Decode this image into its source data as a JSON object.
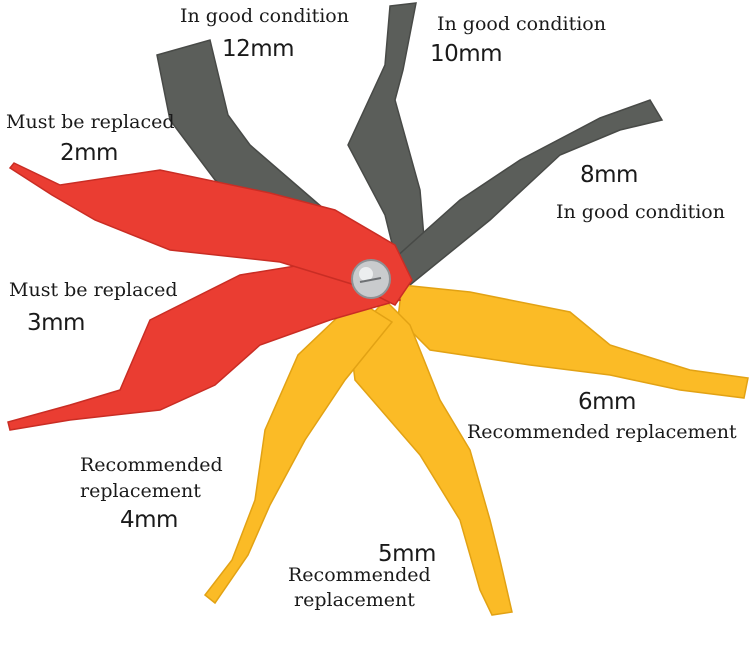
{
  "image": {
    "subject": "brake pad thickness gauge set",
    "colors": {
      "good": "#5b5e5a",
      "good_edge": "#484a47",
      "recommended": "#fbbb26",
      "recommended_edge": "#e2a214",
      "replace": "#ea3d32",
      "replace_edge": "#c92d24",
      "pivot": "#c9cbcd"
    }
  },
  "labels": {
    "g12": {
      "status": "In good condition",
      "size": "12mm"
    },
    "g10": {
      "status": "In good condition",
      "size": "10mm"
    },
    "g8": {
      "status": "In good condition",
      "size": "8mm"
    },
    "r2": {
      "status": "Must be replaced",
      "size": "2mm"
    },
    "r3": {
      "status": "Must be replaced",
      "size": "3mm"
    },
    "y6": {
      "status": "Recommended replacement",
      "size": "6mm"
    },
    "y4": {
      "status_line1": "Recommended",
      "status_line2": "replacement",
      "size": "4mm"
    },
    "y5": {
      "status_line1": "Recommended",
      "status_line2": "replacement",
      "size": "5mm"
    }
  }
}
